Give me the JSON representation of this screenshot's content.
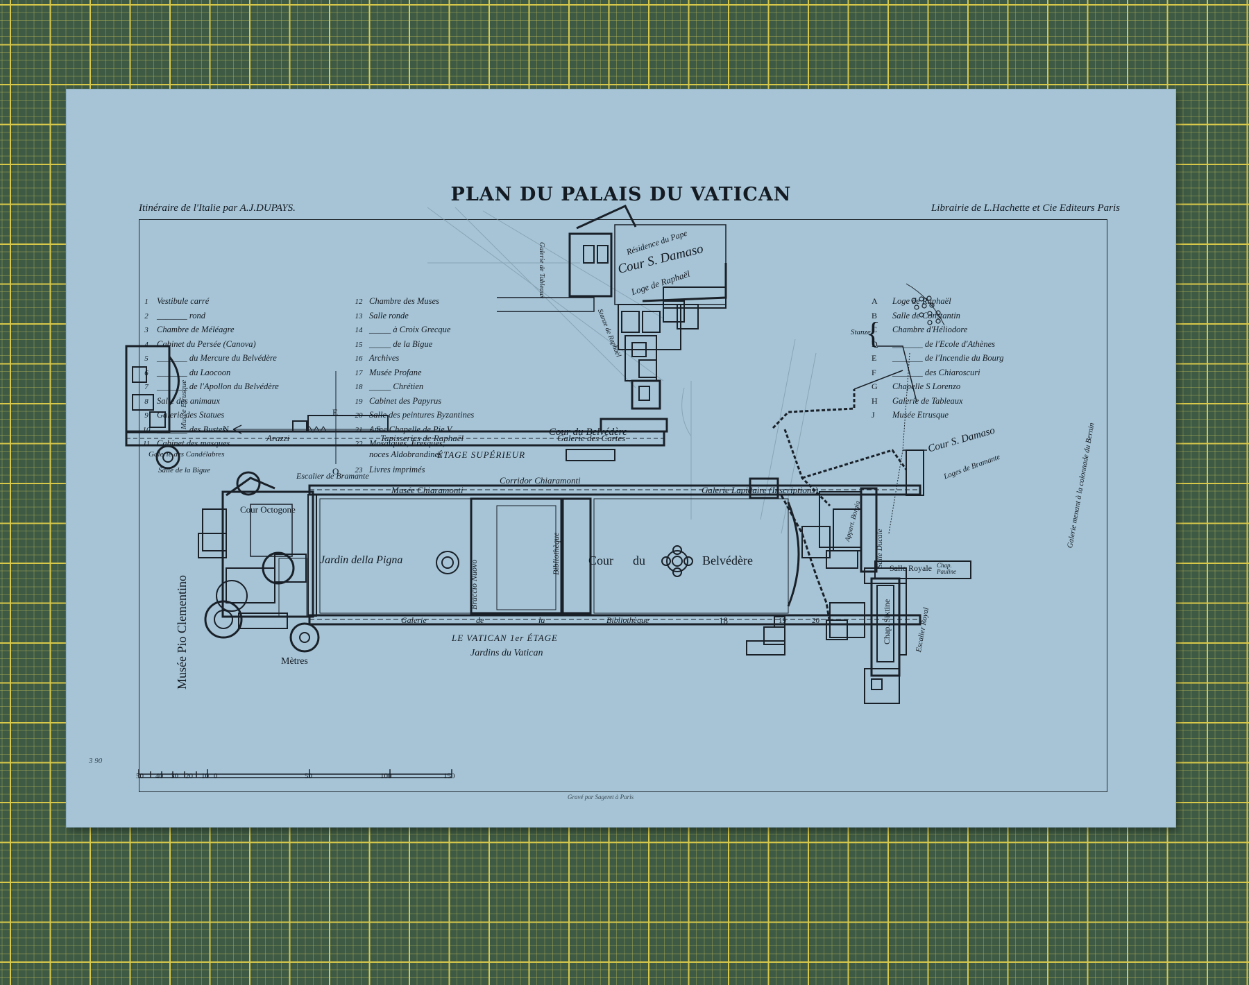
{
  "title": "PLAN DU PALAIS DU VATICAN",
  "header_left": "Itinéraire de l'Italie par A.J.DUPAYS.",
  "header_right": "Librairie de L.Hachette et Cie Editeurs Paris",
  "legend_numbered": [
    {
      "n": "1",
      "label": "Vestibule carré"
    },
    {
      "n": "2",
      "label": "_______ rond"
    },
    {
      "n": "3",
      "label": "Chambre de Méléagre"
    },
    {
      "n": "4",
      "label": "Cabinet du Persée (Canova)"
    },
    {
      "n": "5",
      "label": "_______ du Mercure du Belvédère"
    },
    {
      "n": "6",
      "label": "_______ du Laocoon"
    },
    {
      "n": "7",
      "label": "_______ de l'Apollon du Belvédère"
    },
    {
      "n": "8",
      "label": "Salle des animaux"
    },
    {
      "n": "9",
      "label": "Galerie des Statues"
    },
    {
      "n": "10",
      "label": "_______ des Bustes"
    },
    {
      "n": "11",
      "label": "Cabinet des masques"
    },
    {
      "n": "12",
      "label": "Chambre des Muses"
    },
    {
      "n": "13",
      "label": "Salle ronde"
    },
    {
      "n": "14",
      "label": "_____ à Croix Grecque"
    },
    {
      "n": "15",
      "label": "_____ de la Bigue"
    },
    {
      "n": "16",
      "label": "Archives"
    },
    {
      "n": "17",
      "label": "Musée Profane"
    },
    {
      "n": "18",
      "label": "_____ Chrétien"
    },
    {
      "n": "19",
      "label": "Cabinet des Papyrus"
    },
    {
      "n": "20",
      "label": "Salle des peintures Byzantines"
    },
    {
      "n": "21",
      "label": "Anne Chapelle de Pie V."
    },
    {
      "n": "22",
      "label": "Mosaïques, Fresques,"
    },
    {
      "n": "",
      "label": "noces Aldobrandines"
    },
    {
      "n": "23",
      "label": "Livres imprimés"
    }
  ],
  "legend_lettered": [
    {
      "k": "A",
      "label": "Loge de Raphaël"
    },
    {
      "k": "B",
      "label": "Salle de Constantin"
    },
    {
      "k": "C",
      "label": "Chambre d'Héliodore"
    },
    {
      "k": "D",
      "label": "_______ de l'Ecole d'Athènes"
    },
    {
      "k": "E",
      "label": "_______ de l'Incendie du Bourg"
    },
    {
      "k": "F",
      "label": "_______ des Chiaroscuri"
    },
    {
      "k": "G",
      "label": "Chapelle S Lorenzo"
    },
    {
      "k": "H",
      "label": "Galerie de Tableaux"
    },
    {
      "k": "J",
      "label": "Musée Etrusque"
    }
  ],
  "stanze_label": "Stanze",
  "compass": {
    "n": "N",
    "s": "S",
    "e": "E",
    "o": "O"
  },
  "labels": {
    "residence_pape": "Résidence du Pape",
    "cour_damaso_upper": "Cour S. Damaso",
    "loge_raphael": "Loge de Raphaël",
    "galerie_tableaux": "Galerie de Tableaux",
    "stanze_raphael": "Stanze de Raphaël",
    "cour_belvedere_upper": "Cour du Belvédère",
    "musee_etrusque": "Musée Etrusque",
    "arazzi": "Arazzi",
    "tapisseries": "Tapisseries de Raphaël",
    "galerie_cartes": "Galerie des Cartes",
    "galerie_candelabres": "Galerie des Candélabres",
    "salle_bigue": "Salle de la Bigue",
    "etage_superieur": "ÉTAGE SUPÉRIEUR",
    "escalier_bramante": "Escalier de Bramante",
    "corridor_chiaramonti": "Corridor Chiaramonti",
    "musee_chiaramonti": "Musée Chiaramonti",
    "galerie_lapidaire": "Galerie Lapidaire (Inscriptions)",
    "cour_damaso_lower": "Cour S. Damaso",
    "loges_bramante": "Loges de Bramante",
    "galerie_menant": "Galerie menant à la colonnade du Bernin",
    "musee_pio": "Musée Pio Clementino",
    "cour_octogone": "Cour Octogone",
    "jardin_pigna": "Jardin della Pigna",
    "braccio_nuovo": "Braccio Nuovo",
    "bibliotheque_v": "Bibliothèque",
    "cour_belvedere_lower_1": "Cour",
    "cour_belvedere_lower_2": "du",
    "cour_belvedere_lower_3": "Belvédère",
    "appartements_borgia": "Appart. Borgia",
    "salle_ducale": "Salle Ducale",
    "salle_royale": "Salle Royale",
    "chap_pauline": "Chap. Pauline",
    "chap_sixtine": "Chap. Sixtine",
    "escalier_royal": "Escalier Royal",
    "galerie_bottom": "Galerie",
    "de_bottom": "de",
    "la_bottom": "la",
    "bibliotheque_bottom": "Bibliothèque",
    "n18": "18",
    "n19": "19",
    "n20": "20",
    "le_vatican": "LE VATICAN  1er ÉTAGE",
    "jardins": "Jardins du Vatican",
    "metres": "Mètres"
  },
  "scale_ticks": [
    "50",
    "40",
    "30",
    "20",
    "10",
    "0",
    "50",
    "100",
    "150"
  ],
  "margin_note": "3 90",
  "engraver": "Gravé par Sageret à Paris",
  "colors": {
    "paper": "#a6c4d6",
    "ink": "#141a22",
    "mat": "#3e5a44",
    "grid": "#d8c84a"
  }
}
